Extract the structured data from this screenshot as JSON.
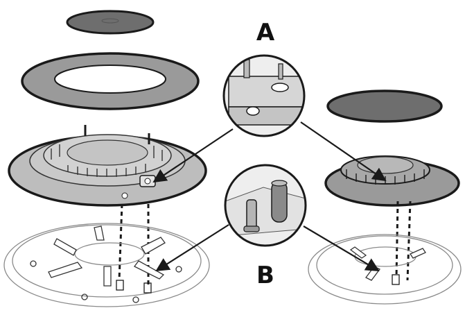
{
  "labels": {
    "a": "A",
    "b": "B"
  },
  "colors": {
    "background": "#ffffff",
    "outline": "#1a1a1a",
    "cap_fill": "#6e6e6e",
    "ring_fill": "#9a9a9a",
    "burner_fill": "#bdbdbd",
    "base_line": "#8a8a8a",
    "lens_fill": "#eeeeee"
  },
  "parts": [
    "small-burner-cap",
    "large-flame-ring",
    "large-burner-head",
    "large-burner-base",
    "small-burner-cap-right",
    "small-burner-head",
    "small-burner-base",
    "detail-lens-a",
    "detail-lens-b"
  ]
}
